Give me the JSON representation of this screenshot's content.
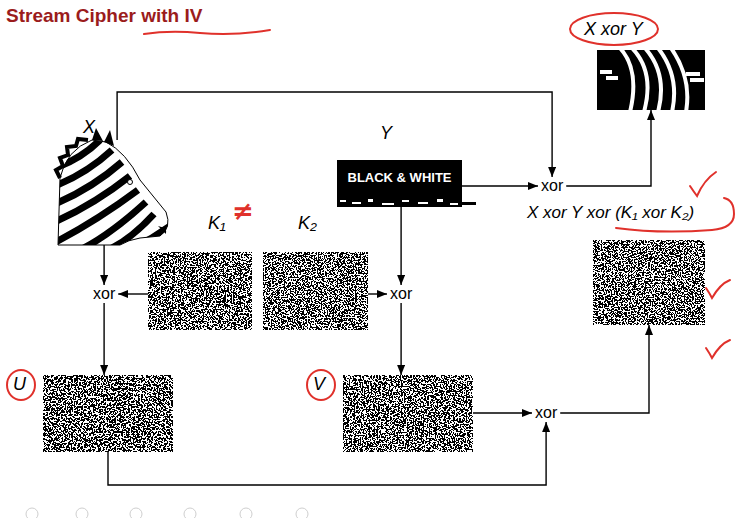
{
  "diagram": {
    "title": "Stream Cipher with IV",
    "nodes": [
      {
        "text": [
          "X"
        ]
      },
      {
        "text": [
          "Y",
          "BLACK & WHITE"
        ]
      },
      {
        "text": [
          "K₁"
        ]
      },
      {
        "text": [
          "K₂"
        ]
      },
      {
        "text": [
          "xor"
        ]
      },
      {
        "text": [
          "xor"
        ]
      },
      {
        "text": [
          "U"
        ]
      },
      {
        "text": [
          "V"
        ]
      },
      {
        "text": [
          "xor"
        ]
      },
      {
        "text": [
          "X xor Y xor (K₁ xor K₂)"
        ]
      },
      {
        "text": [
          "xor"
        ]
      },
      {
        "text": [
          "X xor Y"
        ]
      }
    ],
    "edges": [
      {
        "from": 0,
        "to": 4,
        "arrow": "to"
      },
      {
        "from": 2,
        "to": 4,
        "arrow": "to"
      },
      {
        "from": 4,
        "to": 6,
        "arrow": "to"
      },
      {
        "from": 1,
        "to": 5,
        "arrow": "to"
      },
      {
        "from": 3,
        "to": 5,
        "arrow": "to"
      },
      {
        "from": 5,
        "to": 7,
        "arrow": "to"
      },
      {
        "from": 6,
        "to": 8,
        "arrow": "to"
      },
      {
        "from": 7,
        "to": 8,
        "arrow": "to"
      },
      {
        "from": 8,
        "to": 9,
        "arrow": "to"
      },
      {
        "from": 0,
        "to": 10,
        "arrow": "to"
      },
      {
        "from": 1,
        "to": 10,
        "arrow": "to"
      },
      {
        "from": 10,
        "to": 11,
        "arrow": "to"
      }
    ],
    "labels": [
      "≠"
    ]
  }
}
